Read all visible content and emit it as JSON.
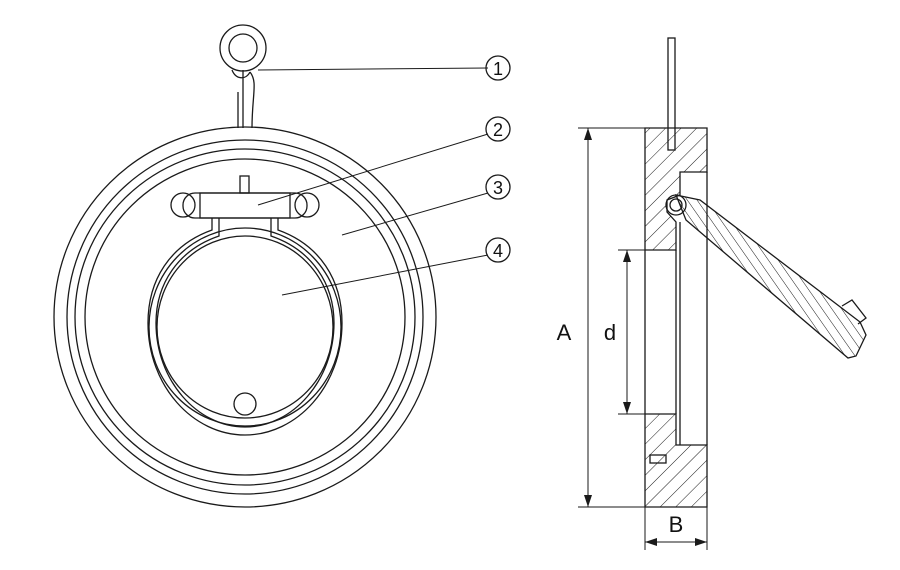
{
  "callouts": [
    "1",
    "2",
    "3",
    "4"
  ],
  "dimensions": {
    "A": "A",
    "d": "d",
    "B": "B"
  }
}
